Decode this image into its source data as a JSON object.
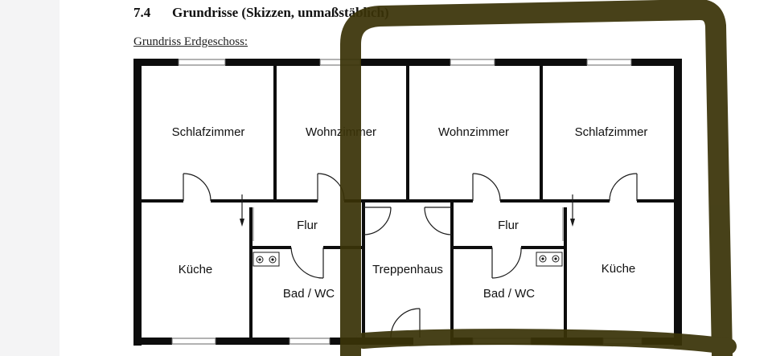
{
  "document": {
    "section_number": "7.4",
    "section_title": "Grundrisse (Skizzen, unmaßstäblich)",
    "subheading": "Grundriss Erdgeschoss:"
  },
  "floor_plan": {
    "rooms": {
      "schlafzimmer_left": "Schlafzimmer",
      "wohnzimmer_left": "Wohnzimmer",
      "wohnzimmer_right": "Wohnzimmer",
      "schlafzimmer_right": "Schlafzimmer",
      "flur_left": "Flur",
      "flur_right": "Flur",
      "kueche_left": "Küche",
      "kueche_right": "Küche",
      "bad_left": "Bad / WC",
      "bad_right": "Bad / WC",
      "treppenhaus": "Treppenhaus"
    }
  },
  "annotation": {
    "marker_color": "#3a3308"
  }
}
